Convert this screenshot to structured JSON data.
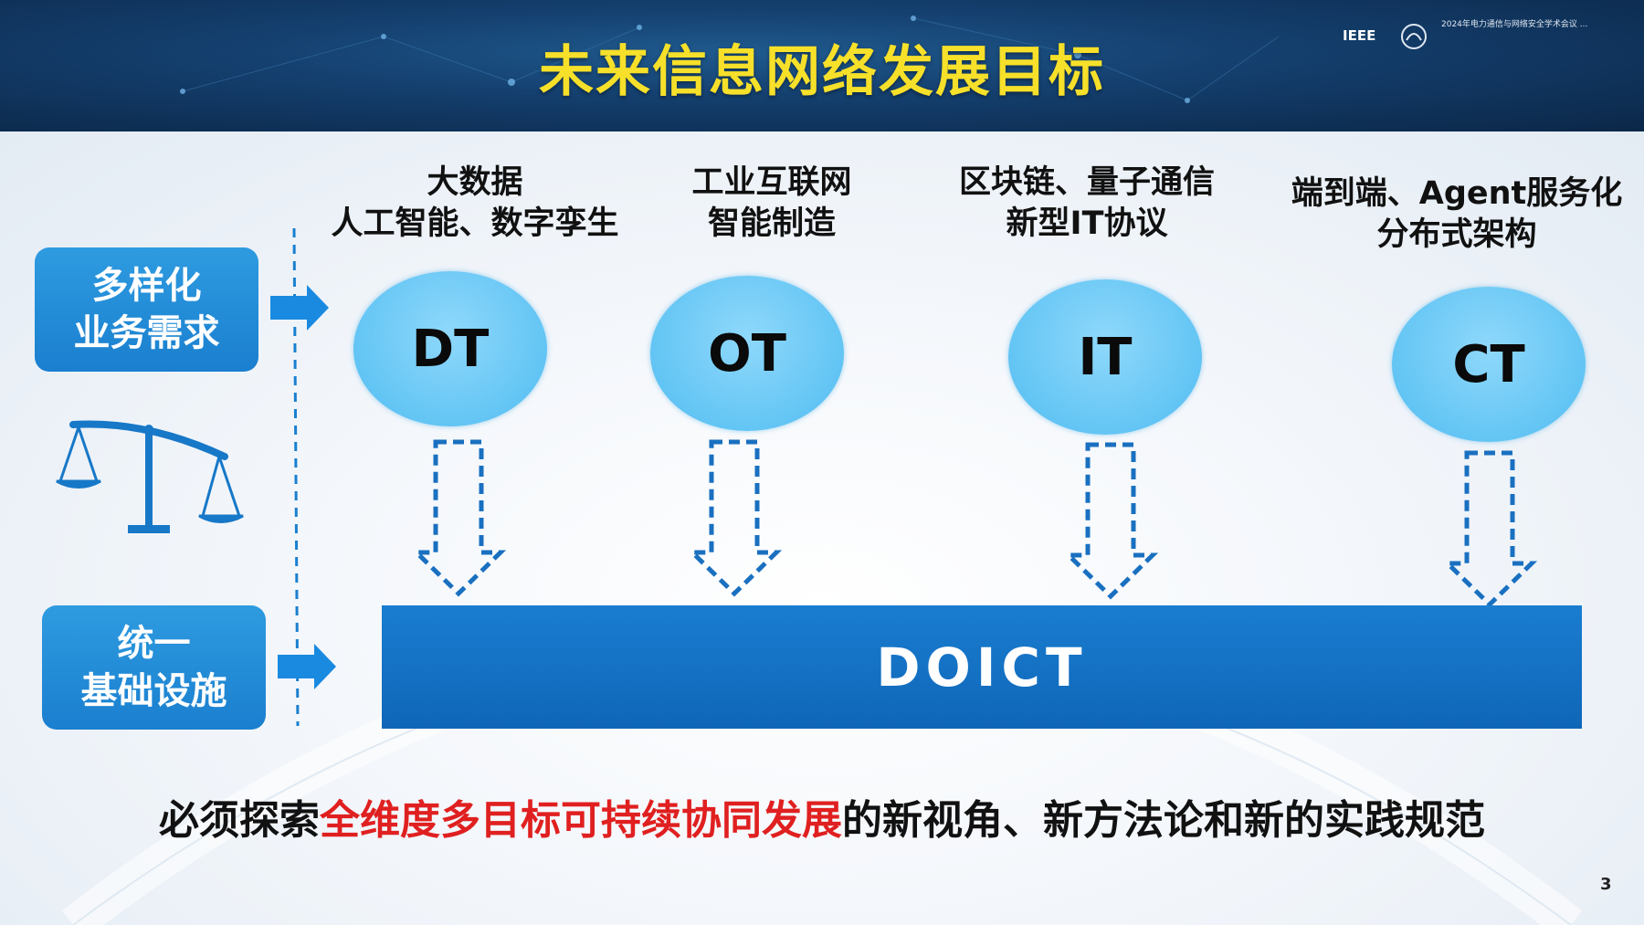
{
  "header": {
    "title": "未来信息网络发展目标",
    "logo_ieee": "IEEE",
    "logo_text": "2024年电力通信与网络安全学术会议 ..."
  },
  "left": {
    "demand_line1": "多样化",
    "demand_line2": "业务需求",
    "infra_line1": "统一",
    "infra_line2": "基础设施"
  },
  "columns": [
    {
      "label_line1": "大数据",
      "label_line2": "人工智能、数字孪生",
      "bubble": "DT"
    },
    {
      "label_line1": "工业互联网",
      "label_line2": "智能制造",
      "bubble": "OT"
    },
    {
      "label_line1": "区块链、量子通信",
      "label_line2": "新型IT协议",
      "bubble": "IT"
    },
    {
      "label_line1": "端到端、Agent服务化",
      "label_line2": "分布式架构",
      "bubble": "CT"
    }
  ],
  "doict": "DOICT",
  "bottom": {
    "prefix": "必须探索",
    "highlight": "全维度多目标可持续协同发展",
    "suffix": "的新视角、新方法论和新的实践规范"
  },
  "page_number": "3",
  "colors": {
    "header_title": "#f7e02a",
    "accent_blue": "#1a7fcf",
    "bubble_blue": "#63c5f4",
    "highlight_red": "#e02020"
  }
}
